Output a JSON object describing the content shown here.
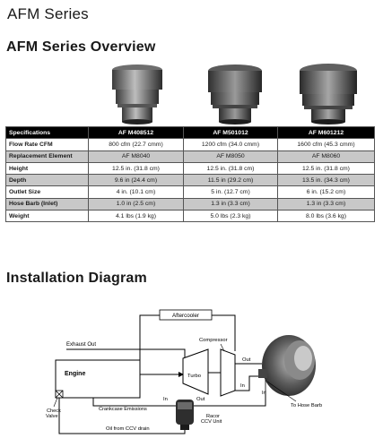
{
  "page": {
    "series_title": "AFM Series",
    "overview_title": "AFM Series Overview",
    "installation_title": "Installation Diagram"
  },
  "products": [
    {
      "icon": "air-filter-housing-image",
      "model": "AF M408512"
    },
    {
      "icon": "air-filter-housing-image",
      "model": "AF M501012"
    },
    {
      "icon": "air-filter-housing-image",
      "model": "AF M601212"
    }
  ],
  "spec_table": {
    "headers": [
      "Specifications",
      "AF M408512",
      "AF M501012",
      "AF M601212"
    ],
    "rows": [
      {
        "label": "Flow Rate CFM",
        "values": [
          "800 cfm (22.7 cmm)",
          "1200 cfm (34.0 cmm)",
          "1600 cfm (45.3 cmm)"
        ]
      },
      {
        "label": "Replacement Element",
        "values": [
          "AF M8040",
          "AF M8050",
          "AF M8060"
        ]
      },
      {
        "label": "Height",
        "values": [
          "12.5 in. (31.8 cm)",
          "12.5 in. (31.8 cm)",
          "12.5 in. (31.8 cm)"
        ]
      },
      {
        "label": "Depth",
        "values": [
          "9.6 in (24.4 cm)",
          "11.5 in (29.2 cm)",
          "13.5 in. (34.3 cm)"
        ]
      },
      {
        "label": "Outlet Size",
        "values": [
          "4 in. (10.1 cm)",
          "5 in. (12.7 cm)",
          "6 in. (15.2 cm)"
        ]
      },
      {
        "label": "Hose Barb (Inlet)",
        "values": [
          "1.0 in (2.5 cm)",
          "1.3 in (3.3 cm)",
          "1.3 in (3.3 cm)"
        ]
      },
      {
        "label": "Weight",
        "values": [
          "4.1 lbs (1.9 kg)",
          "5.0 lbs (2.3 kg)",
          "8.0 lbs (3.6 kg)"
        ]
      }
    ]
  },
  "diagram": {
    "aftercooler": "Aftercooler",
    "compressor": "Compressor",
    "exhaust_out": "Exhaust Out",
    "engine": "Engine",
    "turbo": "Turbo",
    "out_top": "Out",
    "in_right": "In",
    "crankcase_emissions": "Crankcase Emissions",
    "in_bottom": "In",
    "out_bottom": "Out",
    "to_hose_barb": "To Hose Barb",
    "check_valve_line1": "Check",
    "check_valve_line2": "Valve",
    "racor_line1": "Racor",
    "racor_line2": "CCV Unit",
    "oil_from_ccv": "Oil from CCV drain"
  }
}
